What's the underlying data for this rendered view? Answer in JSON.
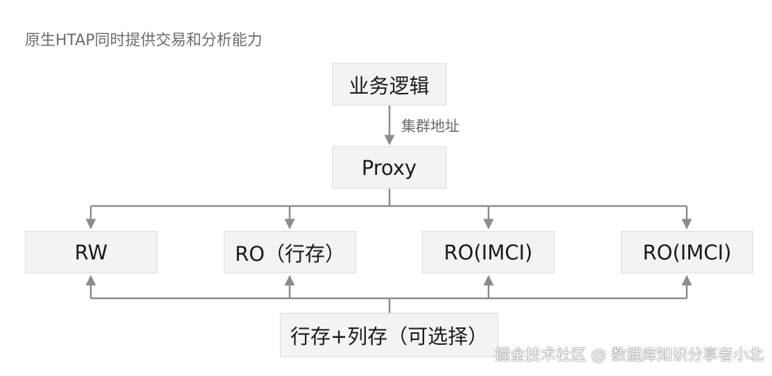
{
  "caption": "原生HTAP同时提供交易和分析能力",
  "nodes": {
    "business": "业务逻辑",
    "proxy": "Proxy",
    "rw": "RW",
    "ro_row": "RO（行存）",
    "ro_imci_1": "RO(IMCI)",
    "ro_imci_2": "RO(IMCI)",
    "storage": "行存+列存（可选择）"
  },
  "edge_labels": {
    "business_to_proxy": "集群地址"
  },
  "colors": {
    "node_fill": "#f3f3f3",
    "node_border": "#dcdcdc",
    "connector": "#8c8c8c",
    "caption_text": "#6b6b6b"
  },
  "watermark": "掘金技术社区 @ 数据库知识分享者小北"
}
